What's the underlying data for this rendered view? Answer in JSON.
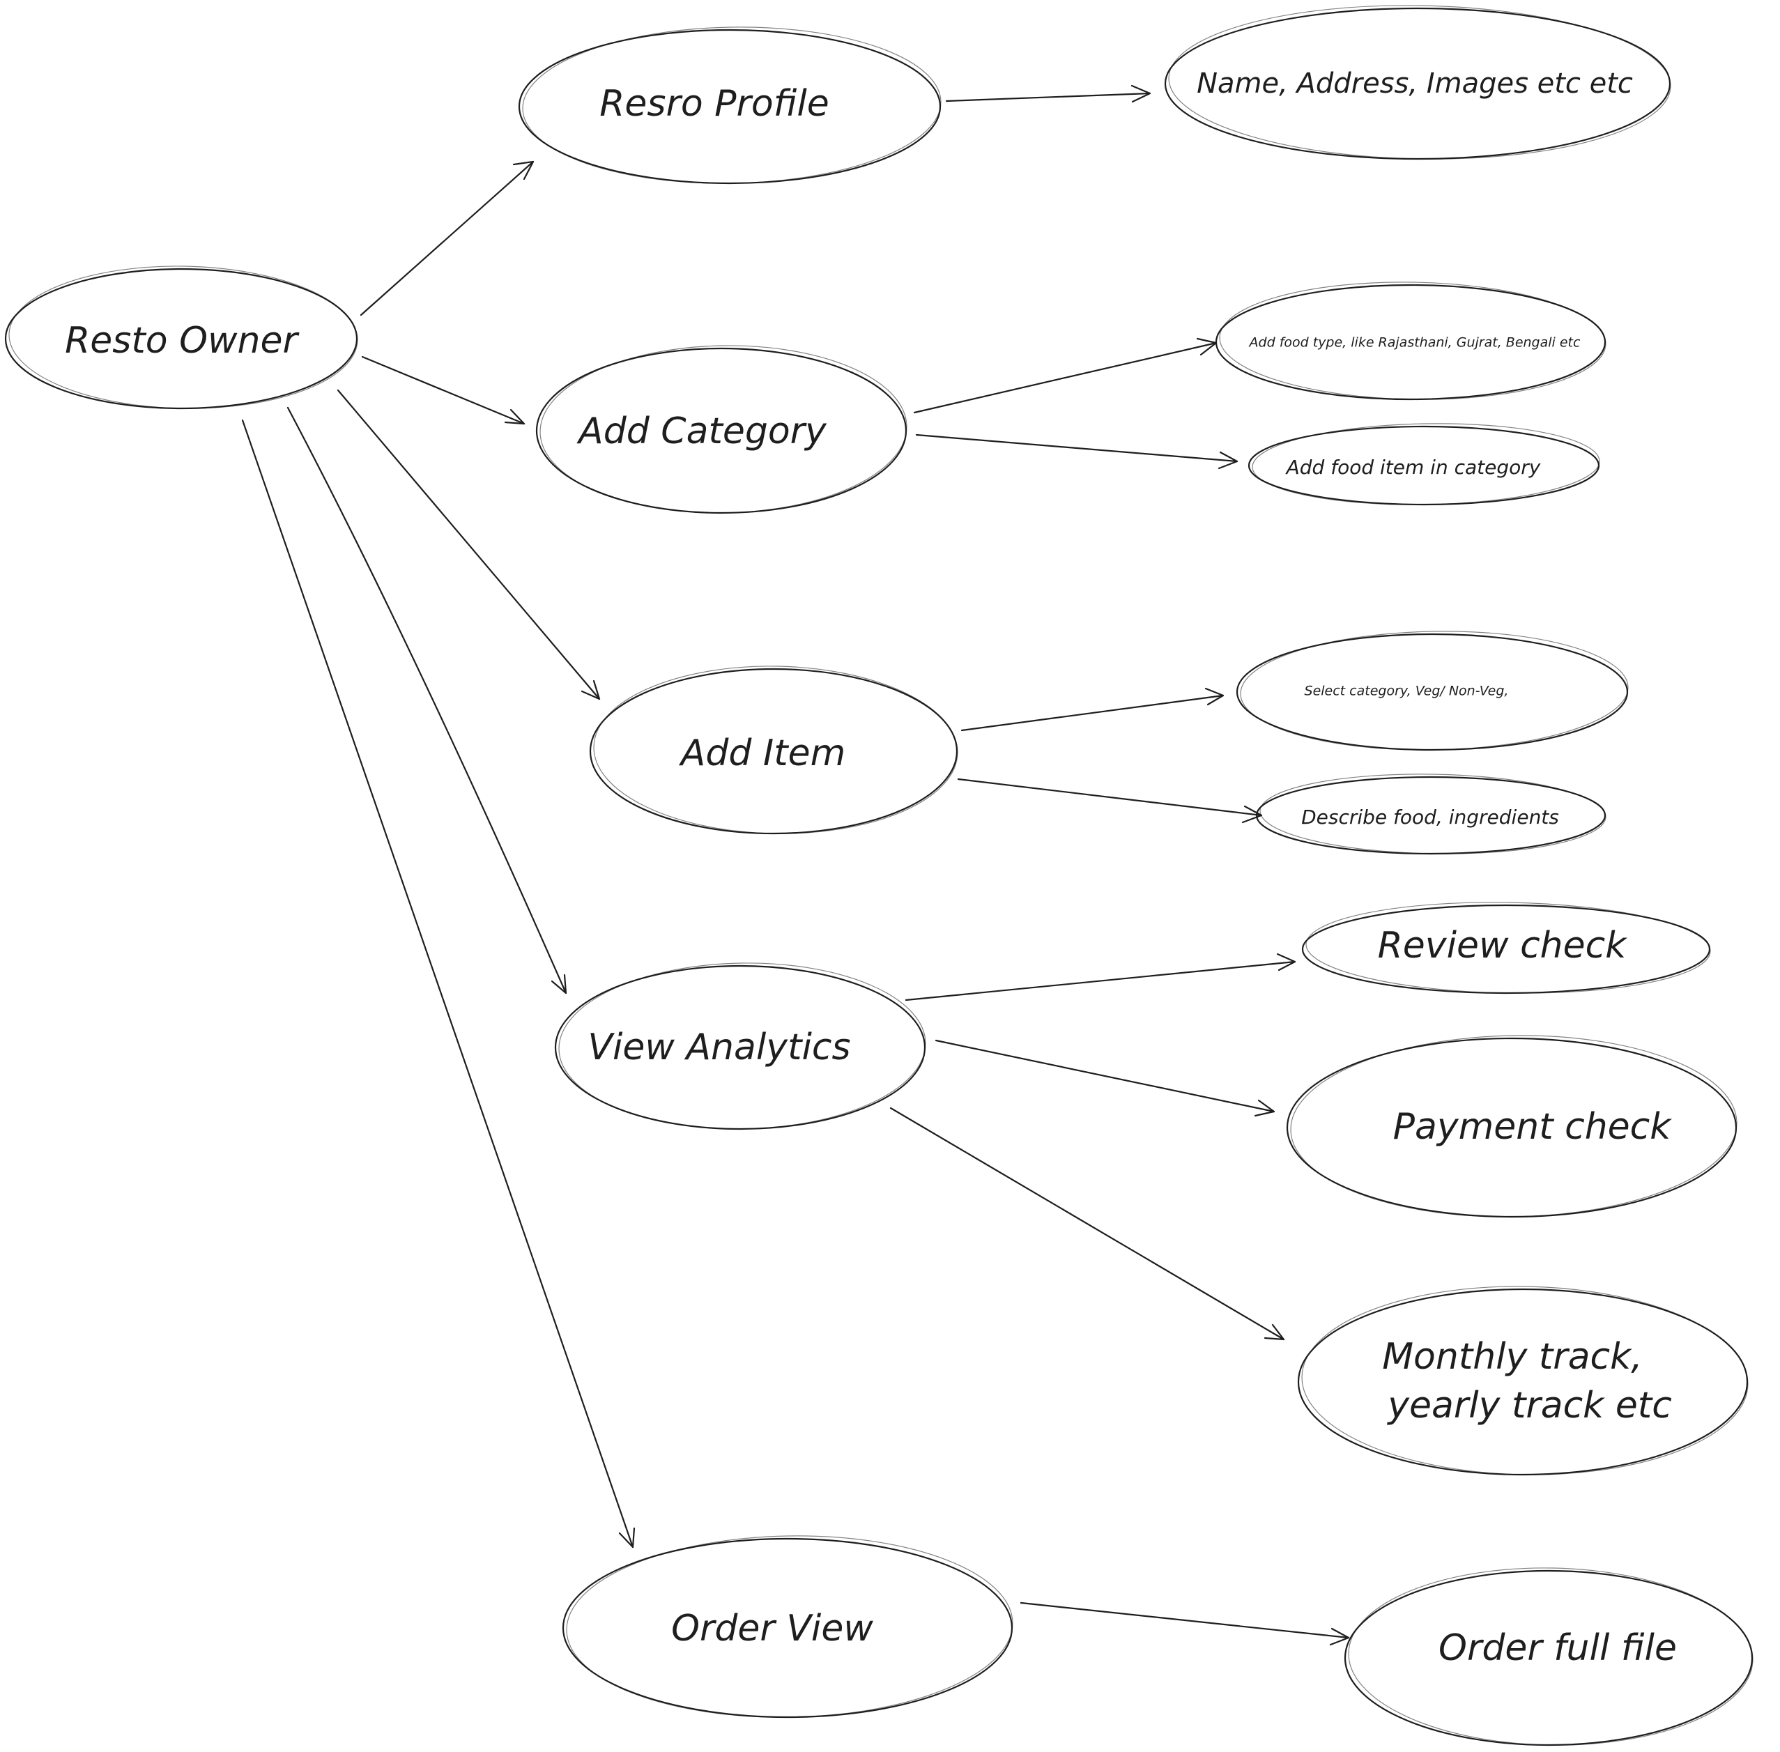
{
  "nodes": {
    "resto_owner": "Resto Owner",
    "resro_profile": "Resro Profile",
    "profile_detail": "Name, Address, Images etc etc",
    "add_category": "Add Category",
    "category_food_type": "Add food type, like Rajasthani, Gujrat, Bengali etc",
    "category_food_item": "Add food item in category",
    "add_item": "Add Item",
    "item_select": "Select category, Veg/ Non-Veg,",
    "item_describe": "Describe food, ingredients",
    "view_analytics": "View Analytics",
    "review_check": "Review check",
    "payment_check": "Payment check",
    "monthly_track_line1": "Monthly track,",
    "monthly_track_line2": "yearly track etc",
    "order_view": "Order View",
    "order_full_file": "Order full file"
  },
  "colors": {
    "stroke": "#1e1e1e",
    "background": "#ffffff"
  }
}
